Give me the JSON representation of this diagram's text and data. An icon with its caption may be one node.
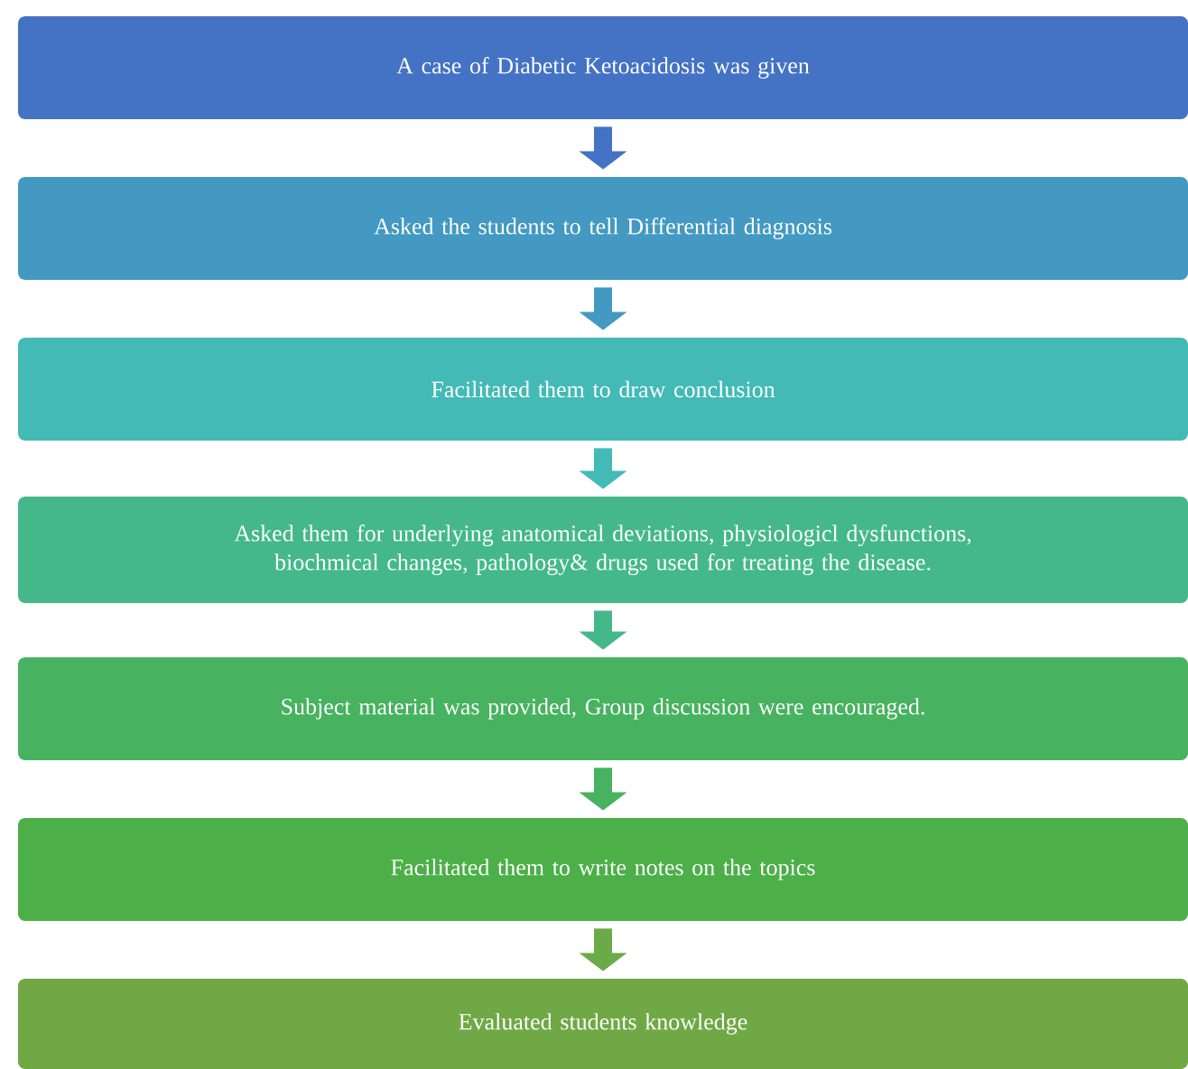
{
  "diagram": {
    "nodes": [
      {
        "text": [
          "A case of Diabetic Ketoacidosis was given"
        ]
      },
      {
        "text": [
          "Asked the students to tell Differential diagnosis"
        ]
      },
      {
        "text": [
          "Facilitated them to draw conclusion"
        ]
      },
      {
        "text": [
          "Asked them for underlying anatomical deviations, physiologicl dysfunctions, biochmical changes, pathology& drugs used for treating the disease."
        ]
      },
      {
        "text": [
          "Subject material was provided, Group discussion were encouraged."
        ]
      },
      {
        "text": [
          "Facilitated them to write notes on the topics"
        ]
      },
      {
        "text": [
          "Evaluated students knowledge"
        ]
      }
    ],
    "edges": [
      {
        "from": 0,
        "to": 1,
        "arrow": "to",
        "color": "#4472c4"
      },
      {
        "from": 1,
        "to": 2,
        "arrow": "to",
        "color": "#4399c1"
      },
      {
        "from": 2,
        "to": 3,
        "arrow": "to",
        "color": "#43bab6"
      },
      {
        "from": 3,
        "to": 4,
        "arrow": "to",
        "color": "#44b88a"
      },
      {
        "from": 4,
        "to": 5,
        "arrow": "to",
        "color": "#47b25f"
      },
      {
        "from": 5,
        "to": 6,
        "arrow": "to",
        "color": "#6aab47"
      }
    ]
  }
}
